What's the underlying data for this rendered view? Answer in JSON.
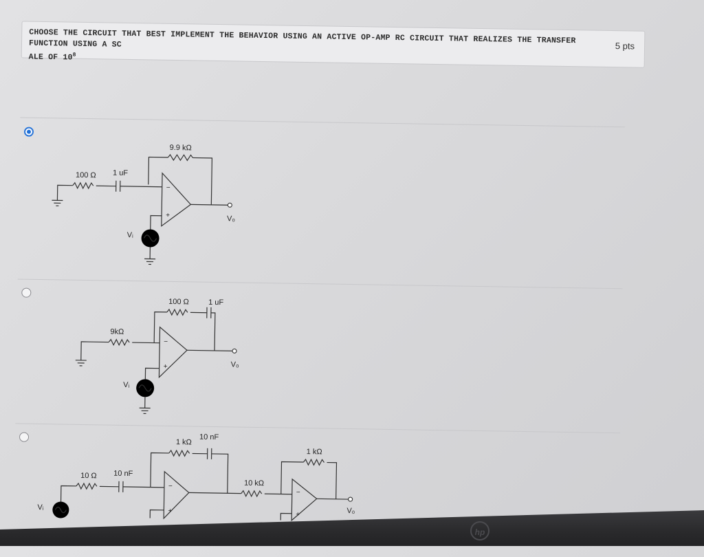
{
  "question": {
    "text_line1": "CHOOSE THE CIRCUIT THAT BEST IMPLEMENT THE BEHAVIOR USING AN ACTIVE OP-AMP RC CIRCUIT THAT REALIZES THE TRANSFER FUNCTION USING A SC",
    "text_line2": "ALE OF 10",
    "superscript": "8",
    "points": "5 pts"
  },
  "options": [
    {
      "selected": true,
      "labels": {
        "feedback": "9.9 kΩ",
        "resistor": "100 Ω",
        "capacitor": "1 uF",
        "vin": "Vᵢ",
        "vout": "V₀"
      }
    },
    {
      "selected": false,
      "labels": {
        "feedback_r": "100 Ω",
        "feedback_c": "1 uF",
        "resistor": "9kΩ",
        "vin": "Vᵢ",
        "vout": "V₀"
      }
    },
    {
      "selected": false,
      "labels": {
        "feedback_r": "1 kΩ",
        "feedback_c": "10 nF",
        "resistor": "10 Ω",
        "capacitor": "10 nF",
        "stage2_r": "10 kΩ",
        "stage2_fb": "1 kΩ",
        "vin": "Vᵢ",
        "vout": "V₀"
      }
    }
  ],
  "device": {
    "logo": "hp"
  }
}
